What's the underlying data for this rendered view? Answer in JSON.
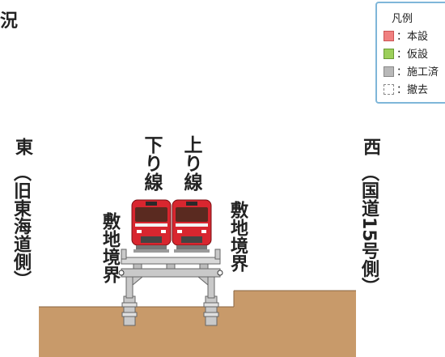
{
  "title_fragment": "況",
  "legend": {
    "title": "凡例",
    "items": [
      {
        "label": "：本設",
        "color": "#f08080",
        "style": "solid"
      },
      {
        "label": "：仮設",
        "color": "#9ccf5a",
        "style": "solid"
      },
      {
        "label": "：施工済",
        "color": "#b8b8b8",
        "style": "solid"
      },
      {
        "label": "：撤去",
        "color": "#ffffff",
        "style": "dashed"
      }
    ]
  },
  "labels": {
    "east": "東",
    "east_sub": "（旧東海道側）",
    "west": "西",
    "west_sub": "（国道15号側）",
    "down_line": "下り線",
    "up_line": "上り線",
    "boundary_left": "敷地境界",
    "boundary_right": "敷地境界"
  },
  "colors": {
    "ground": "#c89a6a",
    "train_red": "#d8262f",
    "structure_gray": "#c9c9c9",
    "legend_border": "#7fb6d9"
  }
}
